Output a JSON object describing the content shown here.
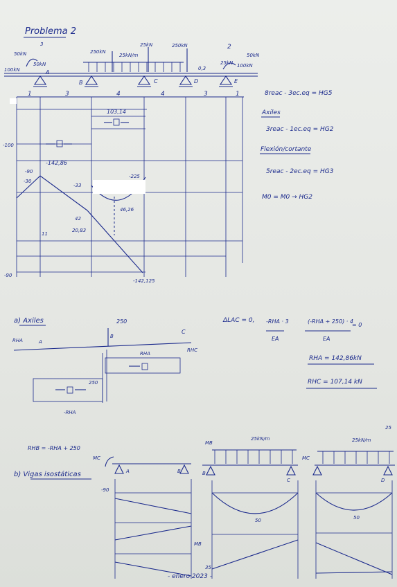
{
  "title": "Problema 2",
  "top": {
    "loads": [
      "50kN",
      "50kN",
      "100kN",
      "250kN",
      "250kN",
      "25kN/m",
      "25kN",
      "25kN",
      "50kN",
      "100kN",
      "2",
      "0,3",
      "3"
    ],
    "supports": [
      "A",
      "B",
      "C",
      "D",
      "E"
    ],
    "spans": [
      "1",
      "3",
      "4",
      "4",
      "3",
      "1"
    ],
    "notes": [
      "8reac - 3ec.eq = HG5",
      "Axiles",
      "3reac - 1ec.eq = HG2",
      "Flexión/cortante",
      "5reac - 2ec.eq = HG3",
      "M0 = M0  →  HG2"
    ]
  },
  "diagram": {
    "labels": [
      "103,14",
      "-100",
      "-142,86",
      "-90",
      "-30",
      "-33",
      "-225",
      "46,26",
      "42",
      "20,83",
      "11",
      "-90",
      "-142,125"
    ]
  },
  "axiles": {
    "heading": "a) Axiles",
    "load": "250",
    "labels": [
      "RHA",
      "A",
      "B",
      "C",
      "RHC",
      "RHA",
      "250",
      "-RHA"
    ],
    "eq_lhs": "ΔLAC = 0,",
    "eq_terms": [
      "-RHA · 3",
      "EA",
      "(-RHA + 250) · 4",
      "EA",
      "= 0"
    ],
    "results": [
      "RHA = 142,86kN",
      "RHC = 107,14 kN"
    ]
  },
  "vigas": {
    "rhb": "RHB = -RHA + 250",
    "heading": "b) Vigas isostáticas",
    "labels": [
      "MC",
      "-90",
      "A",
      "B",
      "MB",
      "25kN/m",
      "MB",
      "B",
      "C",
      "MC",
      "25kN/m",
      "D",
      "25",
      "50",
      "50",
      "35"
    ],
    "date": "- enero 2023 -"
  }
}
